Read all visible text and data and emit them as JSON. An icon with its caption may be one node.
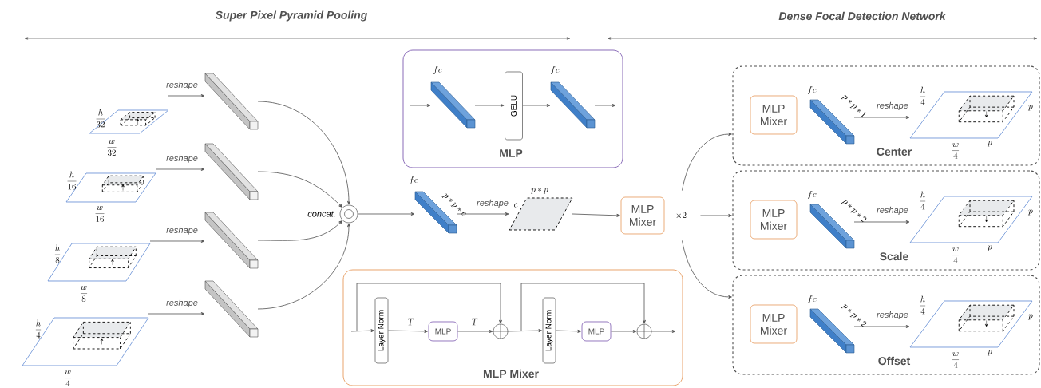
{
  "diagram": {
    "nodes": [
      {
        "text": [],
        "shape": "parallelogram",
        "beside": [
          "\\frac{h}{32}",
          "\\frac{w}{32}"
        ]
      },
      {
        "text": [],
        "shape": "parallelogram",
        "beside": [
          "\\frac{h}{16}",
          "\\frac{w}{16}"
        ]
      },
      {
        "text": [],
        "shape": "parallelogram",
        "beside": [
          "\\frac{h}{8}",
          "\\frac{w}{8}"
        ]
      },
      {
        "text": [],
        "shape": "parallelogram",
        "beside": [
          "\\frac{h}{4}",
          "\\frac{w}{4}"
        ]
      },
      {
        "text": [],
        "shape": "bar"
      },
      {
        "text": [],
        "shape": "bar"
      },
      {
        "text": [],
        "shape": "bar"
      },
      {
        "text": [],
        "shape": "bar"
      },
      {
        "text": [],
        "shape": "circle",
        "beside": [
          "concat."
        ]
      },
      {
        "text": [
          "MLP"
        ]
      },
      {
        "text": [],
        "shape": "bar",
        "in": 9,
        "beside": [
          "fc"
        ]
      },
      {
        "text": [
          "GELU"
        ],
        "in": 9
      },
      {
        "text": [],
        "shape": "bar",
        "in": 9,
        "beside": [
          "fc"
        ]
      },
      {
        "text": [],
        "shape": "bar",
        "beside": [
          "fc",
          "p*p*c"
        ]
      },
      {
        "text": [],
        "shape": "parallelogram",
        "beside": [
          "p*p",
          "c"
        ]
      },
      {
        "text": [
          "MLP Mixer"
        ],
        "beside": [
          "\\times 2"
        ]
      },
      {
        "text": [
          "MLP Mixer"
        ]
      },
      {
        "text": [
          "Layer Norm"
        ],
        "in": 16
      },
      {
        "text": [
          "MLP"
        ],
        "in": 16
      },
      {
        "text": [],
        "shape": "circle",
        "in": 16
      },
      {
        "text": [
          "Layer Norm"
        ],
        "in": 16
      },
      {
        "text": [
          "MLP"
        ],
        "in": 16
      },
      {
        "text": [],
        "shape": "circle",
        "in": 16
      },
      {
        "text": [
          "Center"
        ]
      },
      {
        "text": [
          "MLP Mixer"
        ],
        "in": 23
      },
      {
        "text": [],
        "shape": "bar",
        "in": 23,
        "beside": [
          "fc",
          "p*p*1"
        ]
      },
      {
        "text": [],
        "shape": "parallelogram",
        "in": 23,
        "beside": [
          "\\frac{h}{4}",
          "\\frac{w}{4}",
          "p",
          "p"
        ]
      },
      {
        "text": [
          "Scale"
        ]
      },
      {
        "text": [
          "MLP Mixer"
        ],
        "in": 27
      },
      {
        "text": [],
        "shape": "bar",
        "in": 27,
        "beside": [
          "fc",
          "p*p*2"
        ]
      },
      {
        "text": [],
        "shape": "parallelogram",
        "in": 27,
        "beside": [
          "\\frac{h}{4}",
          "\\frac{w}{4}",
          "p",
          "p"
        ]
      },
      {
        "text": [
          "Offset"
        ]
      },
      {
        "text": [
          "MLP Mixer"
        ],
        "in": 31
      },
      {
        "text": [],
        "shape": "bar",
        "in": 31,
        "beside": [
          "fc",
          "p*p*2"
        ]
      },
      {
        "text": [],
        "shape": "parallelogram",
        "in": 31,
        "beside": [
          "\\frac{h}{4}",
          "\\frac{w}{4}",
          "p",
          "p"
        ]
      }
    ],
    "edges": [
      {
        "from": 0,
        "to": 4,
        "arrow": "to",
        "label": "reshape"
      },
      {
        "from": 1,
        "to": 5,
        "arrow": "to",
        "label": "reshape"
      },
      {
        "from": 2,
        "to": 6,
        "arrow": "to",
        "label": "reshape"
      },
      {
        "from": 3,
        "to": 7,
        "arrow": "to",
        "label": "reshape"
      },
      {
        "from": 4,
        "to": 8,
        "arrow": "to"
      },
      {
        "from": 5,
        "to": 8,
        "arrow": "to"
      },
      {
        "from": 6,
        "to": 8,
        "arrow": "to"
      },
      {
        "from": 7,
        "to": 8,
        "arrow": "to"
      },
      {
        "from": null,
        "to": 10,
        "arrow": "to"
      },
      {
        "from": 10,
        "to": 11,
        "arrow": "to"
      },
      {
        "from": 11,
        "to": 12,
        "arrow": "to"
      },
      {
        "from": 12,
        "to": null,
        "arrow": "to"
      },
      {
        "from": 8,
        "to": 13,
        "arrow": "to"
      },
      {
        "from": 13,
        "to": 14,
        "arrow": "to",
        "label": "reshape"
      },
      {
        "from": 14,
        "to": 15,
        "arrow": "to"
      },
      {
        "from": null,
        "to": 17,
        "arrow": "to"
      },
      {
        "from": 17,
        "to": 18,
        "arrow": "to",
        "label": "T"
      },
      {
        "from": 18,
        "to": 19,
        "arrow": "to",
        "label": "T"
      },
      {
        "from": 19,
        "to": 20,
        "arrow": "to"
      },
      {
        "from": 20,
        "to": 21,
        "arrow": "to"
      },
      {
        "from": 21,
        "to": 22,
        "arrow": "to"
      },
      {
        "from": 22,
        "to": null,
        "arrow": "to"
      },
      {
        "from": null,
        "to": 19,
        "arrow": "to"
      },
      {
        "from": null,
        "to": 22,
        "arrow": "to"
      },
      {
        "from": 15,
        "to": 23,
        "arrow": "to"
      },
      {
        "from": 15,
        "to": 27,
        "arrow": "to"
      },
      {
        "from": 15,
        "to": 31,
        "arrow": "to"
      },
      {
        "from": 25,
        "to": 26,
        "arrow": "to",
        "label": "reshape"
      },
      {
        "from": 29,
        "to": 30,
        "arrow": "to",
        "label": "reshape"
      },
      {
        "from": 33,
        "to": 34,
        "arrow": "to",
        "label": "reshape"
      }
    ],
    "labels": [
      "Super Pixel Pyramid Pooling",
      "Dense Focal Detection Network"
    ]
  }
}
